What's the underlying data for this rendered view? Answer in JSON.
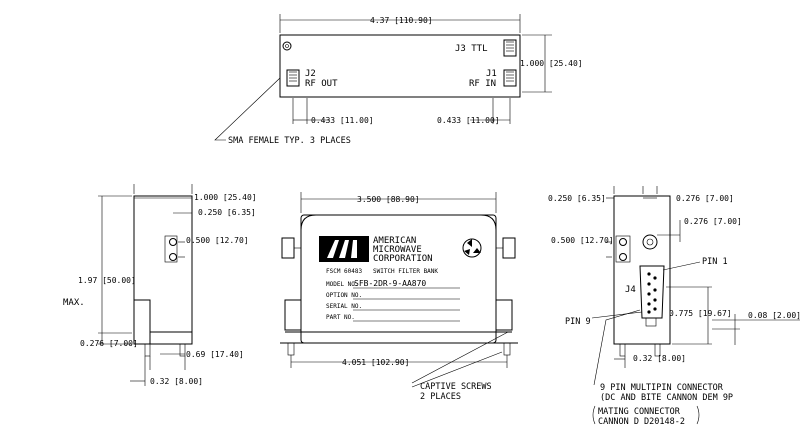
{
  "top_view": {
    "width_dim": "4.37 [110.90]",
    "height_dim": "1.000 [25.40]",
    "j3_label": "J3 TTL",
    "j2_label": "J2",
    "j2_sub": "RF OUT",
    "j1_label": "J1",
    "j1_sub": "RF IN",
    "left_offset_dim": "0.433 [11.00]",
    "right_offset_dim": "0.433 [11.00]",
    "sma_note": "SMA FEMALE TYP. 3 PLACES"
  },
  "left_view": {
    "width_dim": "1.000 [25.40]",
    "hole_offset_dim": "0.250 [6.35]",
    "hole_spacing_dim": "0.500 [12.70]",
    "height_dim": "1.97 [50.00]",
    "max_label": "MAX.",
    "base_dim": "0.276 [7.00]",
    "foot_dim": "0.69 [17.40]",
    "bottom_dim": "0.32 [8.00]"
  },
  "front_view": {
    "width_dim": "3.500 [88.90]",
    "company_line1": "AMERICAN",
    "company_line2": "MICROWAVE",
    "company_line3": "CORPORATION",
    "fscm": "FSCM 60483",
    "product": "SWITCH FILTER BANK",
    "model_label": "MODEL NO.",
    "model_value": "SFB-2DR-9-AA870",
    "option_label": "OPTION NO.",
    "serial_label": "SERIAL NO.",
    "part_label": "PART NO.",
    "mount_dim": "4.051 [102.90]",
    "screws_note_1": "CAPTIVE SCREWS",
    "screws_note_2": "2 PLACES"
  },
  "right_view": {
    "left_offset_dim": "0.250 [6.35]",
    "top_dim": "0.276 [7.00]",
    "side_dim": "0.276 [7.00]",
    "hole_spacing_dim": "0.500 [12.70]",
    "pin1_label": "PIN 1",
    "j4_label": "J4",
    "pin9_label": "PIN 9",
    "conn_height_dim": "0.775 [19.67]",
    "pin_dim": "0.08 [2.00]",
    "bottom_dim": "0.32 [8.00]",
    "conn_note_1": "9 PIN MULTIPIN CONNECTOR",
    "conn_note_2": "(DC AND BITE CANNON DEM 9P",
    "conn_note_3": "MATING CONNECTOR",
    "conn_note_4": "CANNON D D20148-2"
  }
}
